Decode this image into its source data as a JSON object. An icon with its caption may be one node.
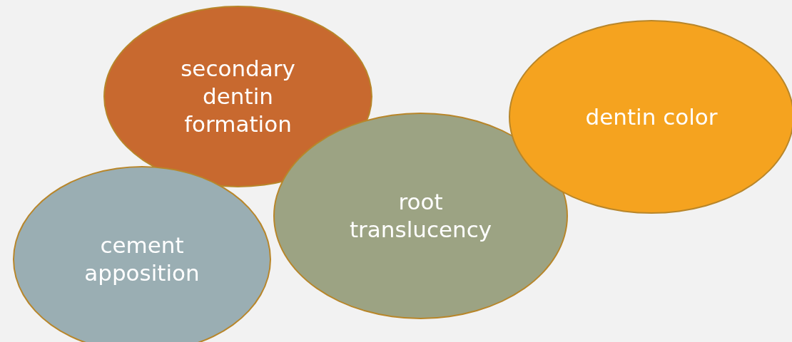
{
  "diagram": {
    "nodes": [
      {
        "text": [
          "secondary dentin formation"
        ]
      },
      {
        "text": [
          "dentin color"
        ]
      },
      {
        "text": [
          "root translucency"
        ]
      },
      {
        "text": [
          "cement apposition"
        ]
      }
    ]
  }
}
